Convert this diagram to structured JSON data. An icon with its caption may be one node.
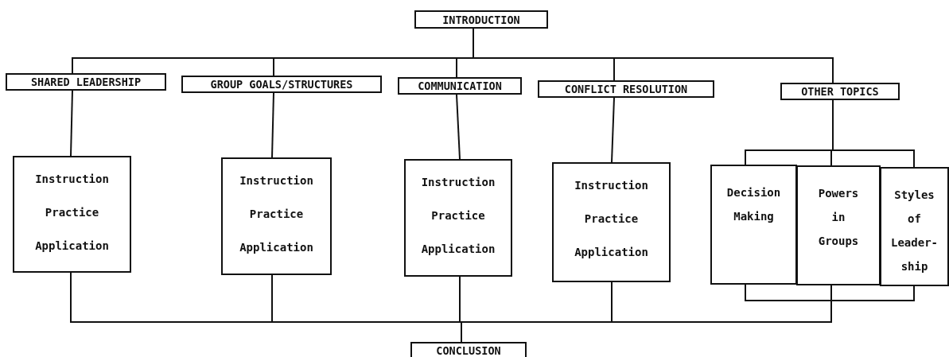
{
  "diagram": {
    "nodes": [
      {
        "text": [
          "INTRODUCTION"
        ]
      },
      {
        "text": [
          "SHARED LEADERSHIP"
        ]
      },
      {
        "text": [
          "GROUP GOALS/STRUCTURES"
        ]
      },
      {
        "text": [
          "COMMUNICATION"
        ]
      },
      {
        "text": [
          "CONFLICT RESOLUTION"
        ]
      },
      {
        "text": [
          "OTHER TOPICS"
        ]
      },
      {
        "text": [
          "Instruction",
          "Practice",
          "Application"
        ]
      },
      {
        "text": [
          "Instruction",
          "Practice",
          "Application"
        ]
      },
      {
        "text": [
          "Instruction",
          "Practice",
          "Application"
        ]
      },
      {
        "text": [
          "Instruction",
          "Practice",
          "Application"
        ]
      },
      {
        "text": [
          "Decision Making"
        ]
      },
      {
        "text": [
          "Powers in Groups"
        ]
      },
      {
        "text": [
          "Styles of Leader- ship"
        ]
      },
      {
        "text": [
          "CONCLUSION"
        ]
      }
    ],
    "edges": [
      {
        "from": 0,
        "to": 1,
        "arrow": "none"
      },
      {
        "from": 0,
        "to": 2,
        "arrow": "none"
      },
      {
        "from": 0,
        "to": 3,
        "arrow": "none"
      },
      {
        "from": 0,
        "to": 4,
        "arrow": "none"
      },
      {
        "from": 0,
        "to": 5,
        "arrow": "none"
      },
      {
        "from": 1,
        "to": 6,
        "arrow": "none"
      },
      {
        "from": 2,
        "to": 7,
        "arrow": "none"
      },
      {
        "from": 3,
        "to": 8,
        "arrow": "none"
      },
      {
        "from": 4,
        "to": 9,
        "arrow": "none"
      },
      {
        "from": 5,
        "to": 10,
        "arrow": "none"
      },
      {
        "from": 5,
        "to": 11,
        "arrow": "none"
      },
      {
        "from": 5,
        "to": 12,
        "arrow": "none"
      },
      {
        "from": 6,
        "to": 13,
        "arrow": "none"
      },
      {
        "from": 7,
        "to": 13,
        "arrow": "none"
      },
      {
        "from": 8,
        "to": 13,
        "arrow": "none"
      },
      {
        "from": 9,
        "to": 13,
        "arrow": "none"
      },
      {
        "from": 10,
        "to": 13,
        "arrow": "none"
      },
      {
        "from": 11,
        "to": 13,
        "arrow": "none"
      },
      {
        "from": 12,
        "to": 13,
        "arrow": "none"
      }
    ]
  }
}
